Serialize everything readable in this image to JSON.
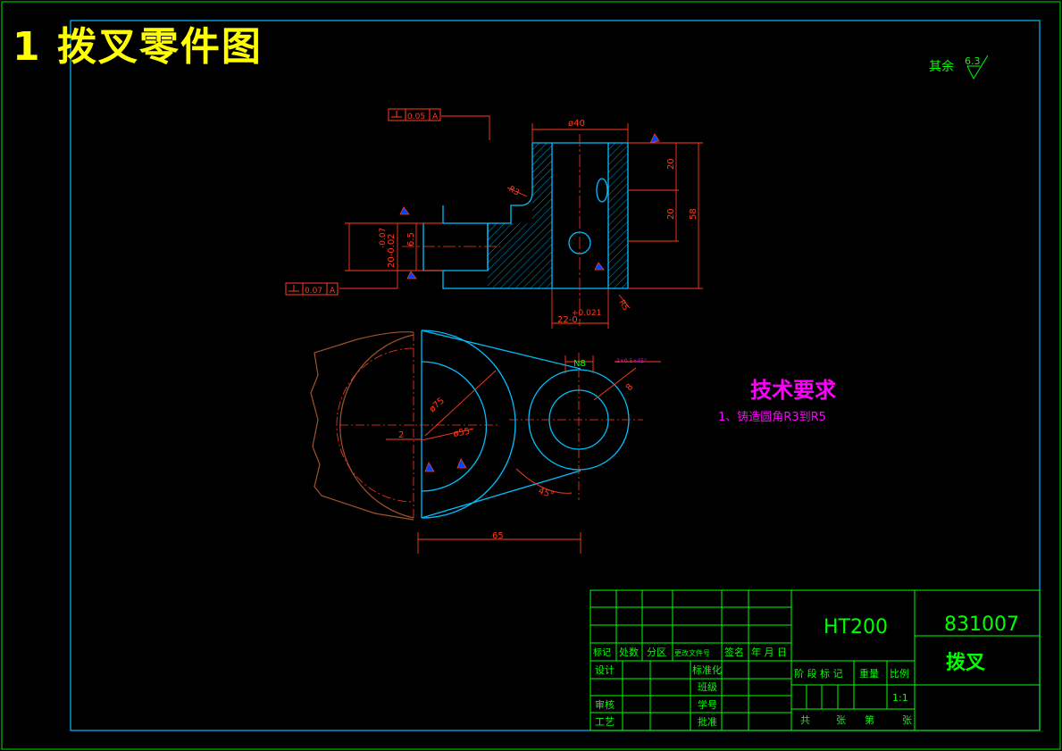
{
  "page_title": "1 拨叉零件图",
  "surface_note": {
    "prefix": "其余",
    "value": "6.3"
  },
  "tech_requirements": {
    "heading": "技术要求",
    "item1": "1、铸造圆角R3到R5"
  },
  "tolerances": {
    "upper": {
      "value": "0.05",
      "datum": "A"
    },
    "lower": {
      "value": "0.07",
      "datum": "A"
    }
  },
  "dimensions": {
    "phi40": "ø40",
    "d20a": "20",
    "d20b": "20",
    "d58": "58",
    "d6_5": "6.5",
    "d20_tol_a": "20-0.02",
    "d20_tol_b": "-0.07",
    "r3": "R3",
    "r5": "R5",
    "d22": "22-0",
    "d22_tol": "+0.021",
    "phi75": "ø75",
    "phi55": "ø55",
    "d2": "2",
    "n8": "N8",
    "r8": "8",
    "d65": "65",
    "ang": "45°",
    "small_label": "2×0.5×45°"
  },
  "title_block": {
    "material": "HT200",
    "drawing_number": "831007",
    "part_name": "拨叉",
    "rev_headers": [
      "标记",
      "处数",
      "分区",
      "更改文件号",
      "签名",
      "年 月 日"
    ],
    "left_labels": [
      "设计",
      "审核",
      "工艺"
    ],
    "mid_labels": [
      "标准化",
      "班级",
      "学号",
      "批准"
    ],
    "stage_headers": [
      "阶 段 标 记",
      "重量",
      "比例"
    ],
    "scale": "1:1",
    "sheet_footer": [
      "共",
      "张",
      "第",
      "张"
    ]
  }
}
